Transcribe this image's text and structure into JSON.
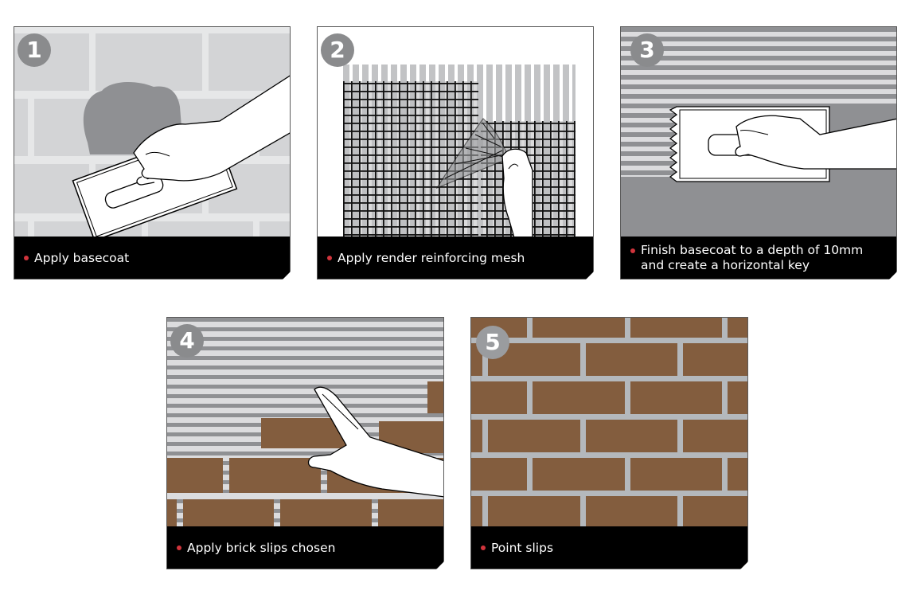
{
  "steps": [
    {
      "number": "1",
      "caption": "Apply basecoat",
      "illustration": "trowel-on-brick-wall"
    },
    {
      "number": "2",
      "caption": "Apply render reinforcing mesh",
      "illustration": "mesh-on-wall"
    },
    {
      "number": "3",
      "caption": "Finish basecoat to a depth of 10mm\nand create a horizontal key",
      "illustration": "notched-trowel-horizontal-key"
    },
    {
      "number": "4",
      "caption": "Apply brick slips chosen",
      "illustration": "hand-placing-brick-slips"
    },
    {
      "number": "5",
      "caption": "Point slips",
      "illustration": "finished-brick-wall"
    }
  ],
  "colors": {
    "caption_bg": "#000000",
    "caption_text": "#ffffff",
    "bullet": "#d0343c",
    "badge": "#8a8b8d",
    "wall_light": "#d3d4d6",
    "wall_mortar": "#e6e7e8",
    "basecoat": "#8f9093",
    "stripe_light": "#dcdcde",
    "brick": "#835d3e",
    "mortar": "#b4b8bc"
  }
}
